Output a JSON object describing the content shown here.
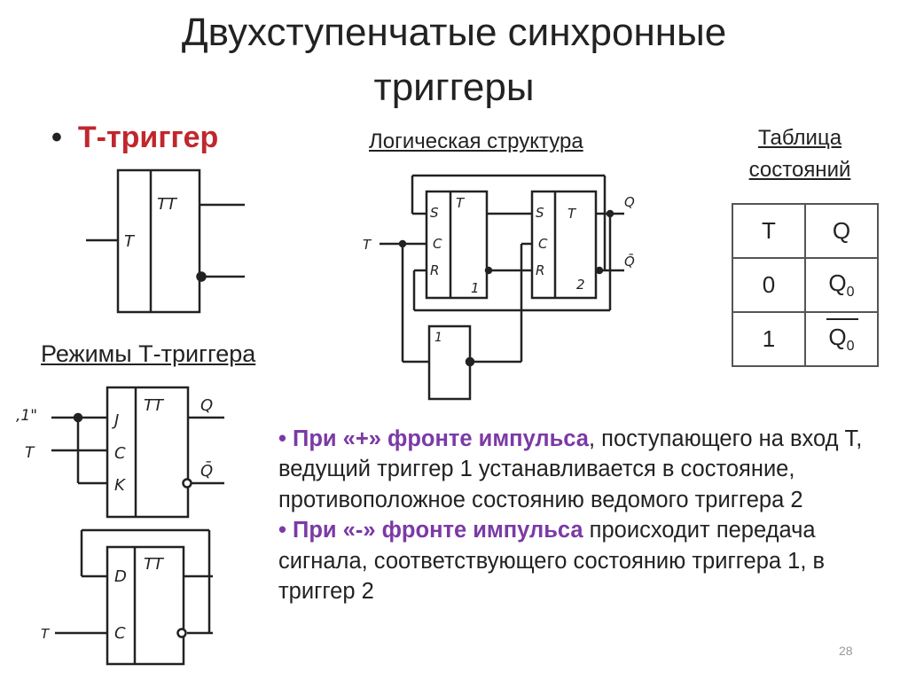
{
  "title": {
    "line1": "Двухступенчатые синхронные",
    "line2": "триггеры"
  },
  "bullet": {
    "dot": "•",
    "text": "Т-триггер"
  },
  "logic_label": "Логическая структура",
  "table_label": {
    "line1": "Таблица",
    "line2": "состояний"
  },
  "modes_label": "Режимы Т-триггера",
  "state_table": {
    "header": [
      "T",
      "Q"
    ],
    "rows": [
      {
        "t": "0",
        "q": "Q",
        "q_sub": "0"
      },
      {
        "t": "1",
        "q": "Q",
        "q_sub": "0"
      }
    ]
  },
  "description": {
    "p1_dot": "• ",
    "p1_hl": "При «+» фронте импульса",
    "p1_rest": ", поступающего на вход Т, ведущий триггер 1 устанавливается в состояние, противоположное состоянию ведомого триггера 2",
    "p2_dot": "• ",
    "p2_hl": "При «-» фронте импульса",
    "p2_rest": " происходит передача сигнала, соответствующего состоянию триггера 1, в триггер 2"
  },
  "slide_number": "28",
  "diagram_labels": {
    "tt": "TT",
    "t": "T",
    "q": "Q",
    "q_bar": "Q̄",
    "s": "S",
    "c": "C",
    "r": "R",
    "j": "J",
    "k": "K",
    "d": "D",
    "ff1": "1",
    "ff2": "2",
    "inv": "1",
    "one": ",1\""
  },
  "colors": {
    "title": "#222222",
    "bullet": "#c0272d",
    "highlight": "#7b3aa6"
  }
}
